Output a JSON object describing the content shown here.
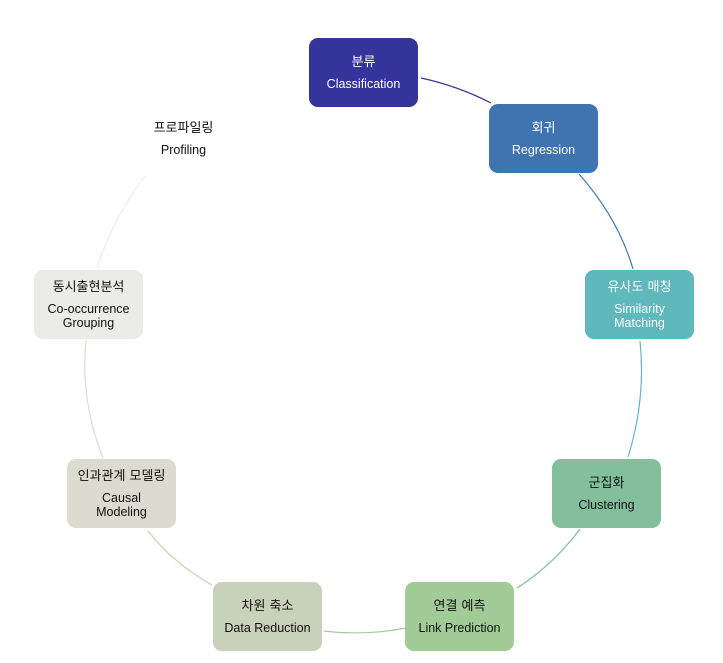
{
  "diagram": {
    "nodes": [
      {
        "id": "classification",
        "ko": "분류",
        "en": "Classification",
        "bg": "#35349a",
        "text": "#ffffff"
      },
      {
        "id": "regression",
        "ko": "회귀",
        "en": "Regression",
        "bg": "#3f74b0",
        "text": "#ffffff"
      },
      {
        "id": "similarity-matching",
        "ko": "유사도 매칭",
        "en": "Similarity\nMatching",
        "bg": "#5eb8bc",
        "text": "#ffffff"
      },
      {
        "id": "clustering",
        "ko": "군집화",
        "en": "Clustering",
        "bg": "#82bf9c",
        "text": "#111111"
      },
      {
        "id": "link-prediction",
        "ko": "연결 예측",
        "en": "Link Prediction",
        "bg": "#a2cc97",
        "text": "#111111"
      },
      {
        "id": "data-reduction",
        "ko": "차원 축소",
        "en": "Data Reduction",
        "bg": "#c8d1b9",
        "text": "#111111"
      },
      {
        "id": "causal-modeling",
        "ko": "인과관계 모델링",
        "en": "Causal\nModeling",
        "bg": "#dcdbd0",
        "text": "#111111"
      },
      {
        "id": "co-occurrence-grouping",
        "ko": "동시출현분석",
        "en": "Co-occurrence\nGrouping",
        "bg": "#ebebe8",
        "text": "#111111"
      },
      {
        "id": "profiling",
        "ko": "프로파일링",
        "en": "Profiling",
        "bg": "#ffffff",
        "text": "#111111"
      }
    ],
    "connector_colors": [
      "#35349a",
      "#3f74b0",
      "#5eb8bc",
      "#82bf9c",
      "#a2cc97",
      "#c8d1b9",
      "#dcdbd0",
      "#ebebe8"
    ]
  }
}
